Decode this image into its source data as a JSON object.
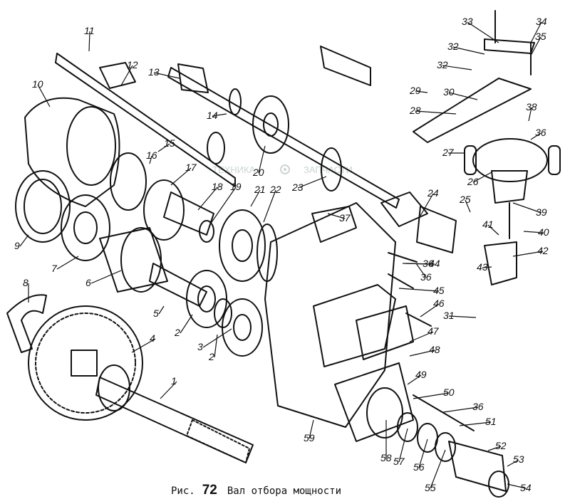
{
  "figure": {
    "prefix": "Рис.",
    "number": "72",
    "title": "Вал отбора мощности"
  },
  "watermark": {
    "left": "ТЕХНИКА",
    "right": "ЗАПЧАСТИ",
    "icon": "gear-icon"
  },
  "callouts": [
    "1",
    "2",
    "2",
    "3",
    "4",
    "5",
    "6",
    "7",
    "8",
    "9",
    "10",
    "11",
    "12",
    "13",
    "14",
    "15",
    "16",
    "17",
    "18",
    "19",
    "20",
    "21",
    "22",
    "23",
    "24",
    "25",
    "26",
    "27",
    "28",
    "29",
    "30",
    "31",
    "32",
    "32",
    "33",
    "34",
    "35",
    "36",
    "36",
    "36",
    "36",
    "37",
    "38",
    "39",
    "40",
    "41",
    "42",
    "43",
    "44",
    "45",
    "46",
    "47",
    "48",
    "49",
    "50",
    "51",
    "52",
    "53",
    "54",
    "55",
    "56",
    "57",
    "58",
    "59"
  ]
}
